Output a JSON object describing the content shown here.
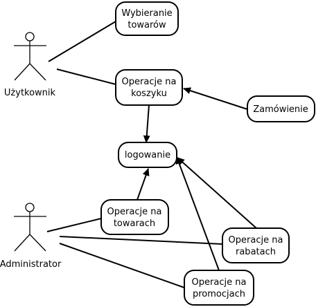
{
  "actors": {
    "user": {
      "label": "Użytkownik"
    },
    "admin": {
      "label": "Administrator"
    }
  },
  "use_cases": {
    "wybieranie": {
      "line1": "Wybieranie",
      "line2": "towarów"
    },
    "koszyk": {
      "line1": "Operacje na",
      "line2": "koszyku"
    },
    "zamowienie": {
      "line1": "Zamówienie"
    },
    "logowanie": {
      "line1": "logowanie"
    },
    "towarach": {
      "line1": "Operacje na",
      "line2": "towarach"
    },
    "rabatach": {
      "line1": "Operacje na",
      "line2": "rabatach"
    },
    "promocjach": {
      "line1": "Operacje na",
      "line2": "promocjach"
    }
  },
  "colors": {
    "stroke": "#000000",
    "fill": "#ffffff"
  }
}
